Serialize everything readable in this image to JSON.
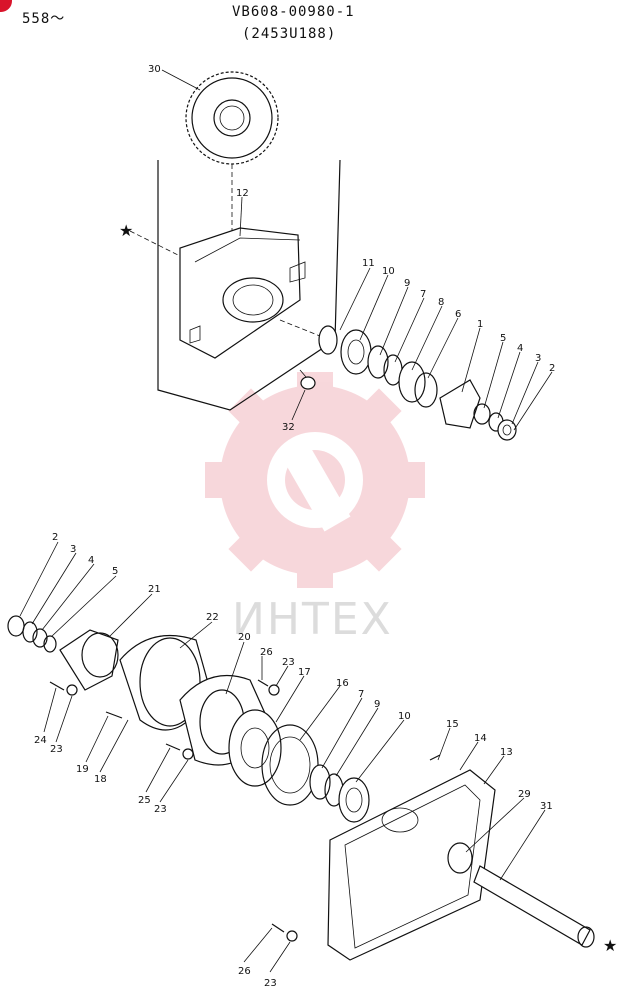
{
  "header": {
    "serial": "558〜",
    "code": "VB608-00980-1",
    "subcode": "(2453U188)"
  },
  "watermark": {
    "brand": "ИНТЕХ",
    "color": "#f2b8bf"
  },
  "upper_callouts": [
    "30",
    "12",
    "11",
    "10",
    "9",
    "7",
    "8",
    "6",
    "1",
    "5",
    "4",
    "3",
    "2",
    "32"
  ],
  "lower_callouts": [
    "2",
    "3",
    "4",
    "5",
    "21",
    "22",
    "20",
    "26",
    "23",
    "17",
    "16",
    "7",
    "9",
    "10",
    "15",
    "14",
    "13",
    "29",
    "31",
    "24",
    "23",
    "19",
    "18",
    "25",
    "23",
    "26",
    "23"
  ],
  "marker": "★"
}
